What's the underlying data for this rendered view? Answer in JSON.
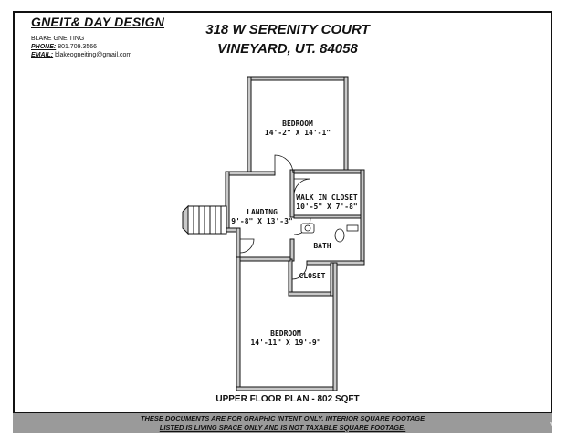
{
  "company": {
    "name": "GNEIT& DAY DESIGN",
    "person": "BLAKE GNEITING",
    "phone_label": "PHONE:",
    "phone": "801.709.3566",
    "email_label": "EMAIL:",
    "email": "blakeogneiting@gmail.com"
  },
  "address": {
    "line1": "318 W SERENITY COURT",
    "line2": "VINEYARD, UT. 84058"
  },
  "rooms": {
    "bedroom_top": {
      "name": "BEDROOM",
      "dims": "14'-2\" X 14'-1\""
    },
    "walk_in_closet": {
      "name": "WALK IN CLOSET",
      "dims": "10'-5\" X 7'-8\""
    },
    "landing": {
      "name": "LANDING",
      "dims": "9'-8\" X 13'-3\""
    },
    "bath": {
      "name": "BATH"
    },
    "closet": {
      "name": "CLOSET"
    },
    "bedroom_bottom": {
      "name": "BEDROOM",
      "dims": "14'-11\" X 19'-9\""
    }
  },
  "plan_title": "UPPER FLOOR PLAN - 802 SQFT",
  "disclaimer": {
    "line1": "THESE DOCUMENTS ARE FOR GRAPHIC INTENT ONLY.   INTERIOR SQUARE FOOTAGE",
    "line2": "LISTED IS LIVING SPACE ONLY AND IS NOT TAXABLE SQUARE FOOTAGE."
  },
  "watermark": "WFR"
}
